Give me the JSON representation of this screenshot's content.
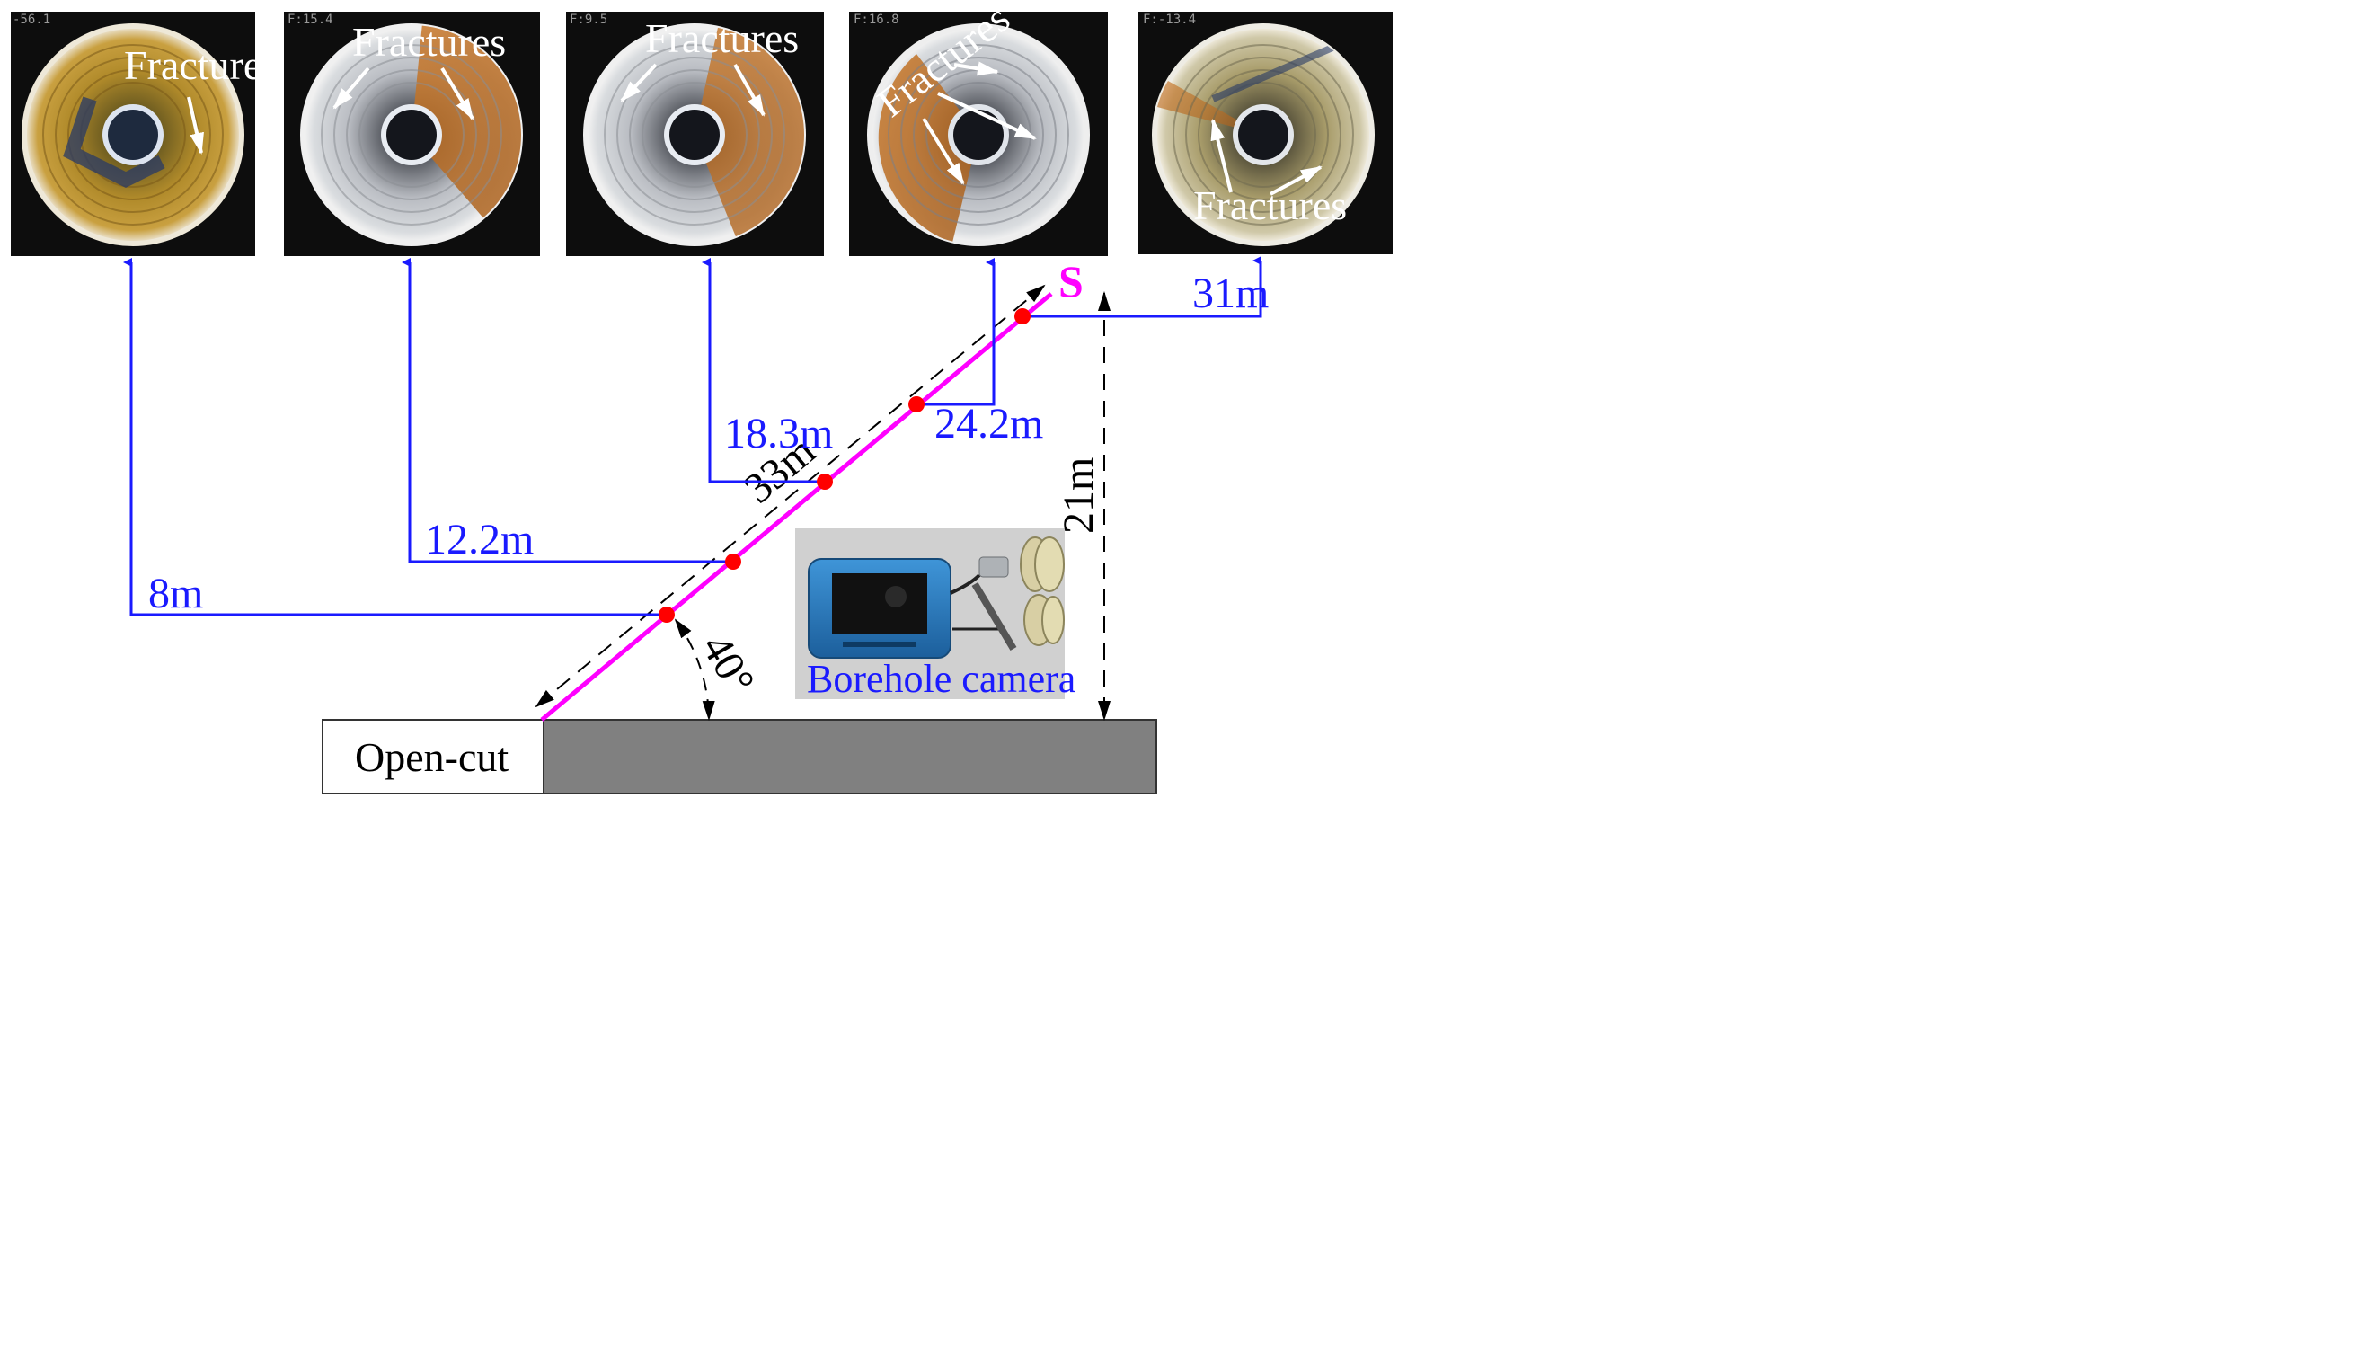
{
  "images": [
    {
      "overlay": "-56.1",
      "label": "Fractures"
    },
    {
      "overlay": "F:15.4",
      "label": "Fractures"
    },
    {
      "overlay": "F:9.5",
      "label": "Fractures"
    },
    {
      "overlay": "F:16.8",
      "label": "Fractures"
    },
    {
      "overlay": "F:-13.4",
      "label": "Fractures"
    }
  ],
  "depths": [
    "8m",
    "12.2m",
    "18.3m",
    "24.2m",
    "31m"
  ],
  "borehole": {
    "label": "S",
    "length": "33m",
    "height": "21m",
    "angle": "40°"
  },
  "ground": {
    "label": "Open-cut"
  },
  "camera": {
    "label": "Borehole camera"
  },
  "colors": {
    "borehole": "#ff00ff",
    "leader": "#1a1aff",
    "point": "#ff0000",
    "ground": "#808080"
  }
}
